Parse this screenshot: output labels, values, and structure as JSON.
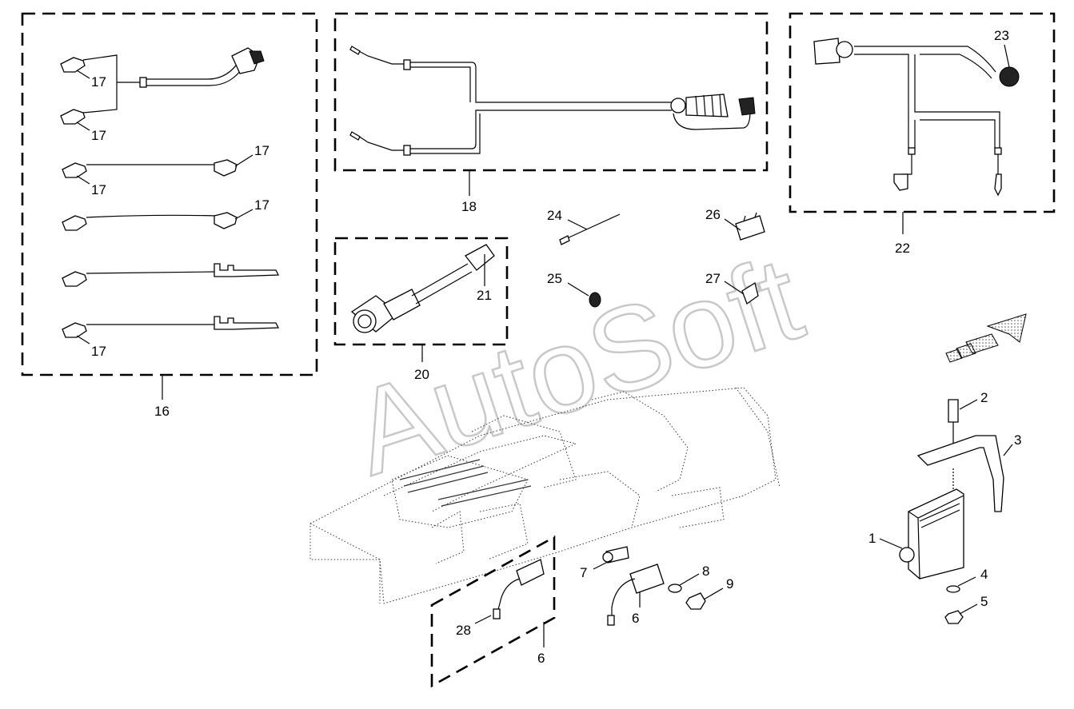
{
  "watermark": "AutoSoft",
  "callouts": {
    "c1": "1",
    "c2": "2",
    "c3": "3",
    "c4": "4",
    "c5": "5",
    "c6a": "6",
    "c6b": "6",
    "c7": "7",
    "c8": "8",
    "c9": "9",
    "c16": "16",
    "c17a": "17",
    "c17b": "17",
    "c17c": "17",
    "c17d": "17",
    "c17e": "17",
    "c17f": "17",
    "c18": "18",
    "c20": "20",
    "c21": "21",
    "c22": "22",
    "c23": "23",
    "c24": "24",
    "c25": "25",
    "c26": "26",
    "c27": "27",
    "c28": "28"
  },
  "colors": {
    "line": "#000000",
    "frame": "#333333",
    "watermark": "#c8c8c8",
    "arrow_fill": "#bbbbbb"
  }
}
